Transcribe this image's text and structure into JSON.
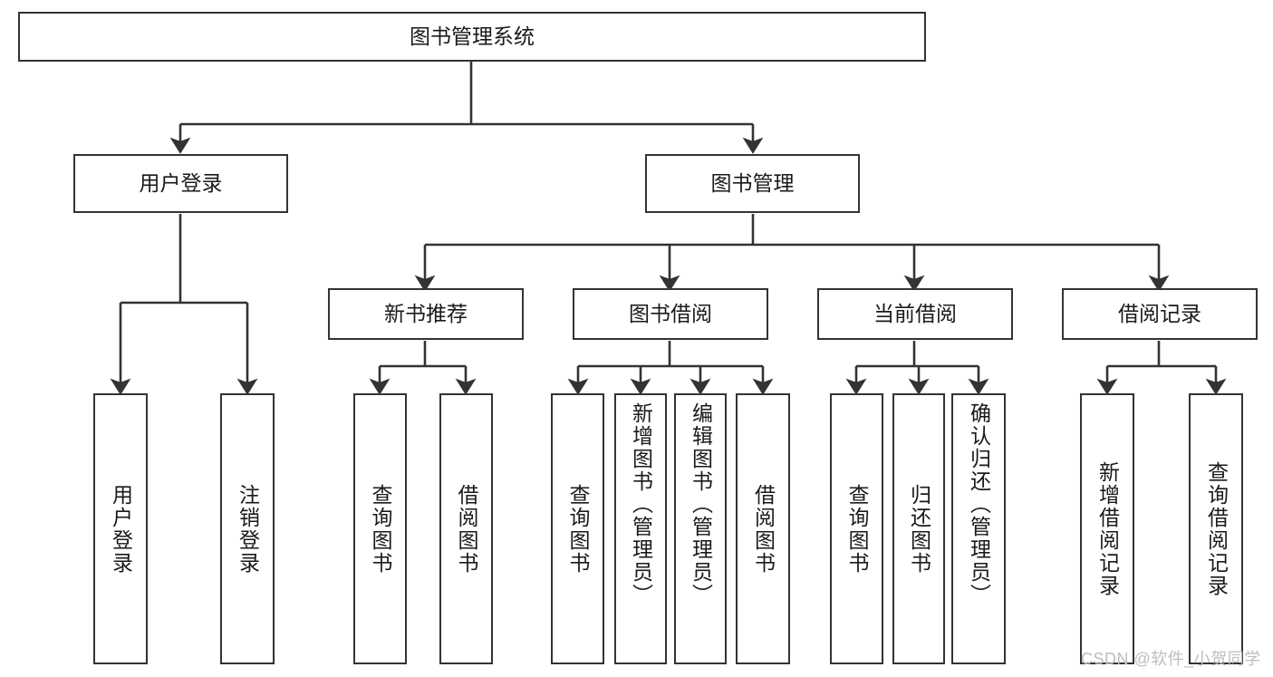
{
  "diagram": {
    "type": "hierarchy-tree",
    "title": "图书管理系统",
    "colors": {
      "box_border": "#333333",
      "box_fill": "#ffffff",
      "connector": "#333333",
      "text": "#1a1a1a",
      "watermark": "#bdbdbd",
      "background": "#ffffff"
    },
    "root": {
      "label": "图书管理系统"
    },
    "level2": [
      {
        "label": "用户登录"
      },
      {
        "label": "图书管理"
      }
    ],
    "level3": [
      {
        "label": "新书推荐"
      },
      {
        "label": "图书借阅"
      },
      {
        "label": "当前借阅"
      },
      {
        "label": "借阅记录"
      }
    ],
    "leaves": {
      "user_login": [
        {
          "label": "用户登录"
        },
        {
          "label": "注销登录"
        }
      ],
      "new_book_recommend": [
        {
          "label": "查询图书"
        },
        {
          "label": "借阅图书"
        }
      ],
      "book_borrow": [
        {
          "label": "查询图书"
        },
        {
          "label": "新增图书（管理员）"
        },
        {
          "label": "编辑图书（管理员）"
        },
        {
          "label": "借阅图书"
        }
      ],
      "current_borrow": [
        {
          "label": "查询图书"
        },
        {
          "label": "归还图书"
        },
        {
          "label": "确认归还（管理员）"
        }
      ],
      "borrow_record": [
        {
          "label": "新增借阅记录"
        },
        {
          "label": "查询借阅记录"
        }
      ]
    },
    "watermark": "CSDN @软件_小贺同学"
  }
}
